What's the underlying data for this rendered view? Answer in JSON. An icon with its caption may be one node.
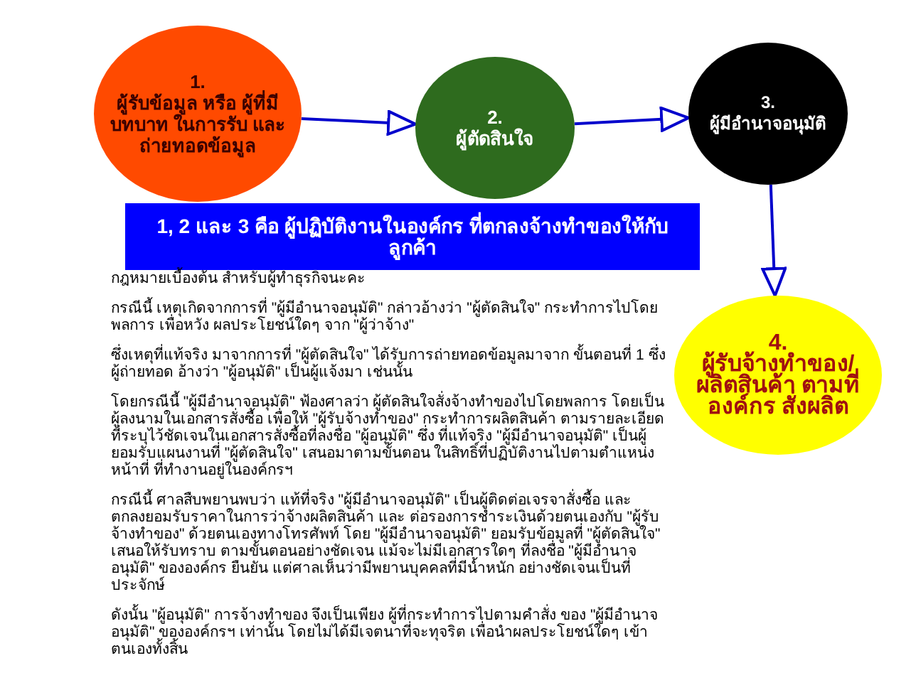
{
  "diagram": {
    "nodes": [
      {
        "text": [
          "1.",
          "ผู้รับข้อมูล หรือ ผู้ที่มีบทบาท ในการรับ และ ถ่ายทอดข้อมูล"
        ]
      },
      {
        "text": [
          "2.",
          "ผู้ตัดสินใจ"
        ]
      },
      {
        "text": [
          "3.",
          "ผู้มีอำนาจอนุมัติ"
        ]
      },
      {
        "text": [
          "1, 2 และ 3 คือ ผู้ปฏิบัติงานในองค์กร ที่ตกลงจ้างทำของให้กับลูกค้า"
        ]
      },
      {
        "text": [
          "4.",
          "ผู้รับจ้างทำของ/ ผลิตสินค้า ตามที่องค์กร สั่งผลิต"
        ]
      }
    ],
    "edges": [
      {
        "from": 0,
        "to": 1,
        "arrow": "to"
      },
      {
        "from": 1,
        "to": 2,
        "arrow": "to"
      },
      {
        "from": 2,
        "to": 4,
        "arrow": "to"
      }
    ],
    "labels": [
      "กฎหมายเบื้องต้น สำหรับผู้ทำธุรกิจนะคะ",
      "กรณีนี้ เหตุเกิดจากการที่ \"ผู้มีอำนาจอนุมัติ\" กล่าวอ้างว่า \"ผู้ตัดสินใจ\" กระทำการไปโดยพลการ เพื่อหวัง ผลประโยชน์ใดๆ จาก \"ผู้ว่าจ้าง\"",
      "ซึ่งเหตุที่แท้จริง มาจากการที่ \"ผู้ตัดสินใจ\" ได้รับการถ่ายทอดข้อมูลมาจาก ขั้นตอนที่ 1 ซึ่งผู้ถ่ายทอด อ้างว่า \"ผู้อนุมัติ\" เป็นผู้แจ้งมา เช่นนั้น",
      "โดยกรณีนี้ \"ผู้มีอำนาจอนุมัติ\" ฟ้องศาลว่า ผู้ตัดสินใจสั่งจ้างทำของไปโดยพลการ โดยเป็นผู้ลงนามในเอกสารสั่งซื้อ เพื่อให้ \"ผู้รับจ้างทำของ\" กระทำการผลิตสินค้า ตามรายละเอียดที่ระบุไว้ชัดเจนในเอกสารสั่งซื้อที่ลงชื่อ \"ผู้อนุมัติ\" ซึ่ง ที่แท้จริง \"ผู้มีอำนาจอนุมัติ\" เป็นผู้ยอมรับแผนงานที่ \"ผู้ตัดสินใจ\" เสนอมาตามขั้นตอน ในสิทธิ์ที่ปฏิบัติงานไปตามตำแหน่ง หน้าที่ ที่ทำงานอยู่ในองค์กรฯ",
      "กรณีนี้ ศาลสืบพยานพบว่า แท้ที่จริง \"ผู้มีอำนาจอนุมัติ\" เป็นผู้ติดต่อเจรจาสั่งซื้อ และ ตกลงยอมรับราคาในการว่าจ้างผลิตสินค้า และ ต่อรองการชำระเงินด้วยตนเองกับ \"ผู้รับจ้างทำของ\" ด้วยตนเองทางโทรศัพท์ โดย \"ผู้มีอำนาจอนุมัติ\" ยอมรับข้อมูลที่ \"ผู้ตัดสินใจ\" เสนอให้รับทราบ ตามขั้นตอนอย่างชัดเจน แม้จะไม่มีเอกสารใดๆ ที่ลงชื่อ \"ผู้มีอำนาจอนุมัติ\" ขององค์กร ยืนยัน แต่ศาลเห็นว่ามีพยานบุคคลที่มีน้ำหนัก อย่างชัดเจนเป็นที่ประจักษ์",
      "ดังนั้น \"ผู้อนุมัติ\" การจ้างทำของ จึงเป็นเพียง ผู้ที่กระทำการไปตามคำสั่ง ของ \"ผู้มีอำนาจอนุมัติ\" ขององค์กรฯ เท่านั้น โดยไม่ได้มีเจตนาที่จะทุจริต เพื่อนำผลประโยชน์ใดๆ เข้าตนเองทั้งสิ้น"
    ]
  }
}
